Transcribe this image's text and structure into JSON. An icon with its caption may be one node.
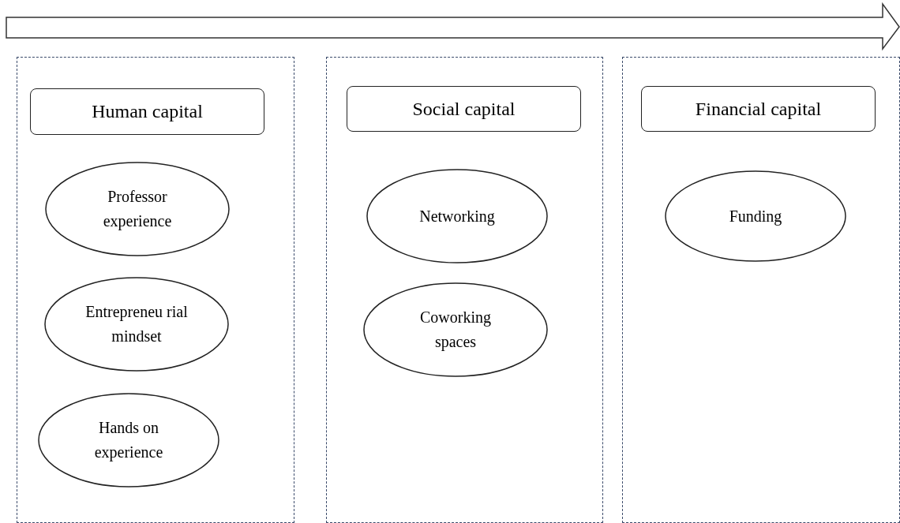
{
  "diagram": {
    "nodes": [
      {
        "text": [],
        "shape": "box"
      },
      {
        "text": [
          "Human capital"
        ],
        "in": 0
      },
      {
        "text": [
          "Professor experience"
        ],
        "in": 0
      },
      {
        "text": [
          "Entrepreneu rial mindset"
        ],
        "in": 0
      },
      {
        "text": [
          "Hands on experience"
        ],
        "in": 0
      },
      {
        "text": [],
        "shape": "box"
      },
      {
        "text": [
          "Social capital"
        ],
        "in": 5
      },
      {
        "text": [
          "Networking"
        ],
        "in": 5
      },
      {
        "text": [
          "Coworking spaces"
        ],
        "in": 5
      },
      {
        "text": [],
        "shape": "box"
      },
      {
        "text": [
          "Financial capital"
        ],
        "in": 9
      },
      {
        "text": [
          "Funding"
        ],
        "in": 9
      }
    ],
    "edges": []
  }
}
